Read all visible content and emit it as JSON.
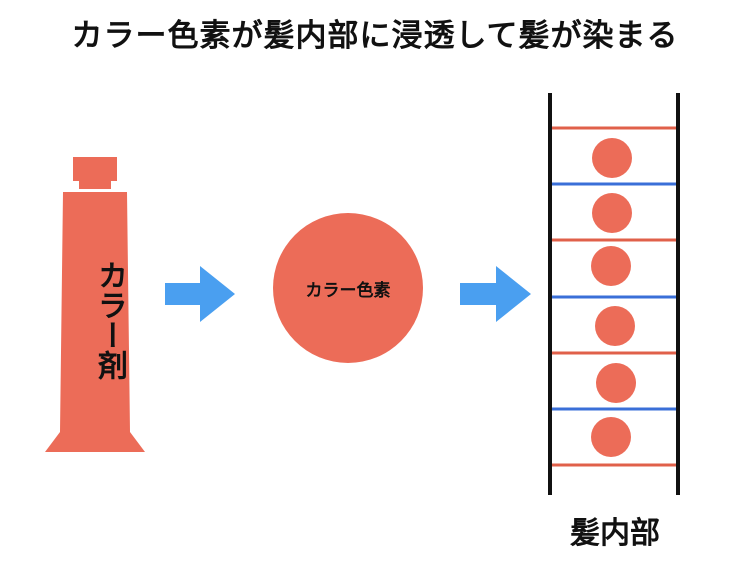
{
  "title": "カラー色素が髪内部に浸透して髪が染まる",
  "tube": {
    "label": "カラー剤"
  },
  "pigment": {
    "label": "カラー色素"
  },
  "hair": {
    "label": "髪内部"
  },
  "colors": {
    "pigment": "#ec6c58",
    "arrow": "#4a9ff0",
    "red_line": "#e0604a",
    "blue_line": "#3a6fd8",
    "border": "#111111"
  }
}
